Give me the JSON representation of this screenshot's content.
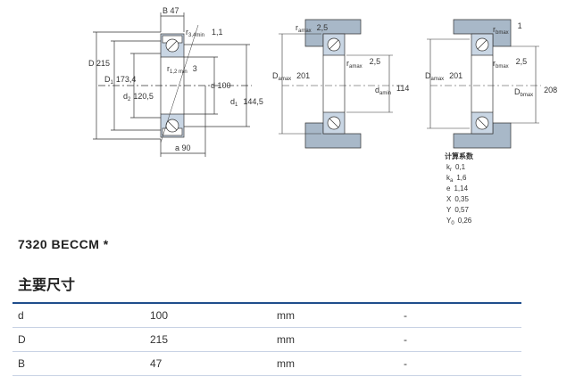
{
  "drawing1": {
    "B": "B 47",
    "r34": "r",
    "r34_sub": "3,4min",
    "r34_val": "1,1",
    "D": "D 215",
    "D1": "D",
    "D1_sub": "1",
    "D1_val": "173,4",
    "d2": "d",
    "d2_sub": "2",
    "d2_val": "120,5",
    "r12": "r",
    "r12_sub": "1,2 min",
    "r12_val": "3",
    "d": "d 100",
    "d1": "d",
    "d1_sub": "1",
    "d1_val": "144,5",
    "a": "a 90"
  },
  "drawing2": {
    "ramax_top": "r",
    "ramax_top_sub": "amax",
    "ramax_top_val": "2,5",
    "Damax": "D",
    "Damax_sub": "amax",
    "Damax_val": "201",
    "ramax_mid": "r",
    "ramax_mid_sub": "amax",
    "ramax_mid_val": "2,5",
    "damin": "d",
    "damin_sub": "amin",
    "damin_val": "114"
  },
  "drawing3": {
    "rbmax_top": "r",
    "rbmax_top_sub": "bmax",
    "rbmax_top_val": "1",
    "Damax": "D",
    "Damax_sub": "amax",
    "Damax_val": "201",
    "rbmax_mid": "r",
    "rbmax_mid_sub": "bmax",
    "rbmax_mid_val": "2,5",
    "Dbmax": "D",
    "Dbmax_sub": "bmax",
    "Dbmax_val": "208"
  },
  "factors": {
    "title": "计算系数",
    "kr": "k",
    "kr_sub": "r",
    "kr_val": "0,1",
    "ka": "k",
    "ka_sub": "a",
    "ka_val": "1,6",
    "e": "e",
    "e_val": "1,14",
    "X": "X",
    "X_val": "0,35",
    "Y": "Y",
    "Y_val": "0,57",
    "Y0": "Y",
    "Y0_sub": "0",
    "Y0_val": "0,26"
  },
  "product": {
    "title": "7320 BECCM *"
  },
  "main_dimensions": {
    "title": "主要尺寸",
    "rows": [
      {
        "symbol": "d",
        "value": "100",
        "unit": "mm",
        "note": "-"
      },
      {
        "symbol": "D",
        "value": "215",
        "unit": "mm",
        "note": "-"
      },
      {
        "symbol": "B",
        "value": "47",
        "unit": "mm",
        "note": "-"
      }
    ]
  },
  "colors": {
    "housing": "#a8b8c8",
    "bearing_fill": "#c9d6e4",
    "table_rule": "#1f4e8c"
  }
}
